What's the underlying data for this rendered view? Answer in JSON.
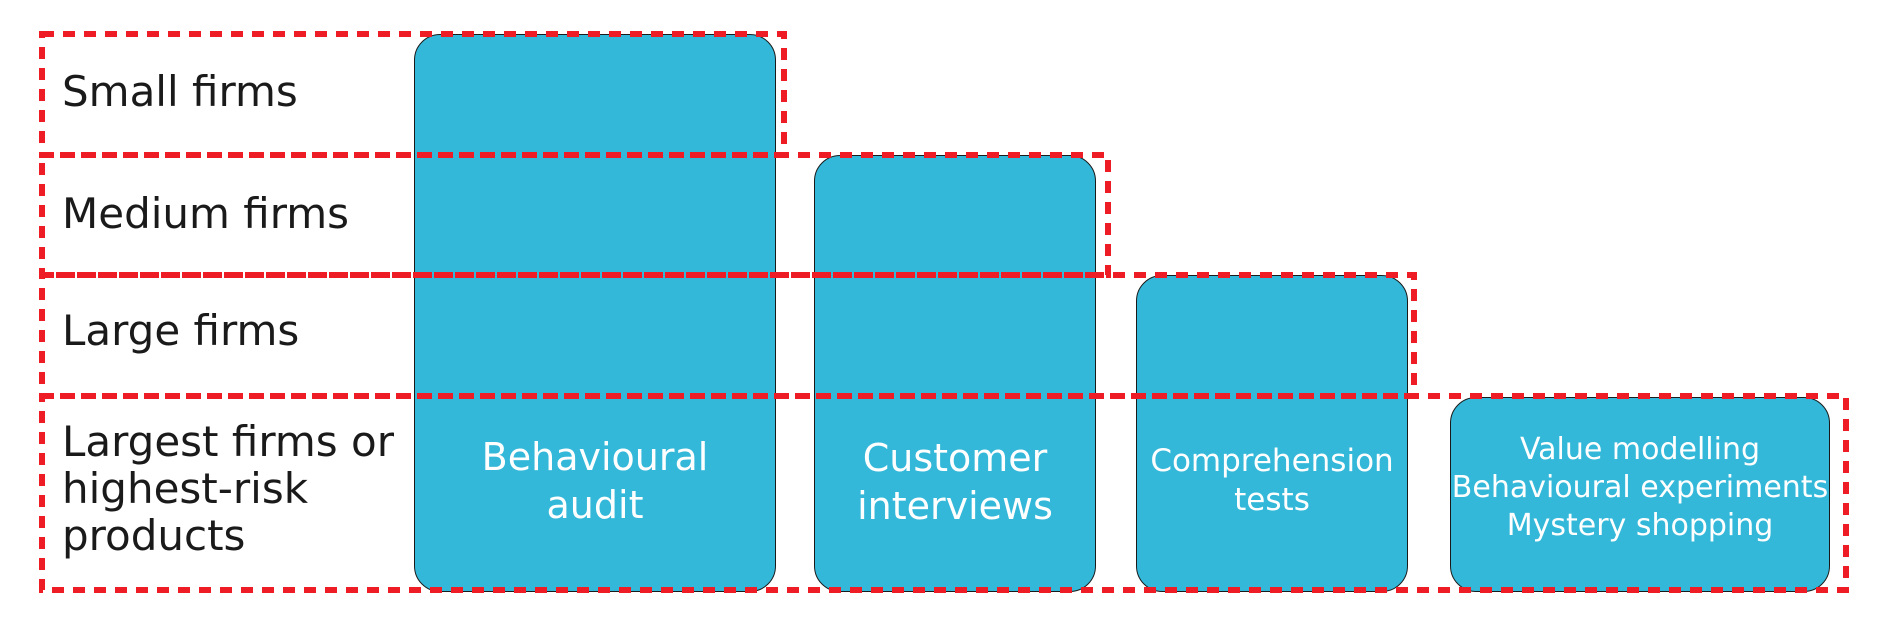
{
  "tiers": [
    {
      "label_lines": [
        "Small firms"
      ]
    },
    {
      "label_lines": [
        "Medium firms"
      ]
    },
    {
      "label_lines": [
        "Large firms"
      ]
    },
    {
      "label_lines": [
        "Largest firms or",
        "highest-risk",
        "products"
      ]
    }
  ],
  "methods": [
    {
      "label_lines": [
        "Behavioural",
        "audit"
      ]
    },
    {
      "label_lines": [
        "Customer",
        "interviews"
      ]
    },
    {
      "label_lines": [
        "Comprehension",
        "tests"
      ]
    },
    {
      "label_lines": [
        "Value modelling",
        "Behavioural experiments",
        "Mystery shopping"
      ]
    }
  ],
  "colors": {
    "block_fill": "#33b8d9",
    "block_text": "#ffffff",
    "dash": "#ee1c25",
    "label_text": "#1a1a1a"
  }
}
